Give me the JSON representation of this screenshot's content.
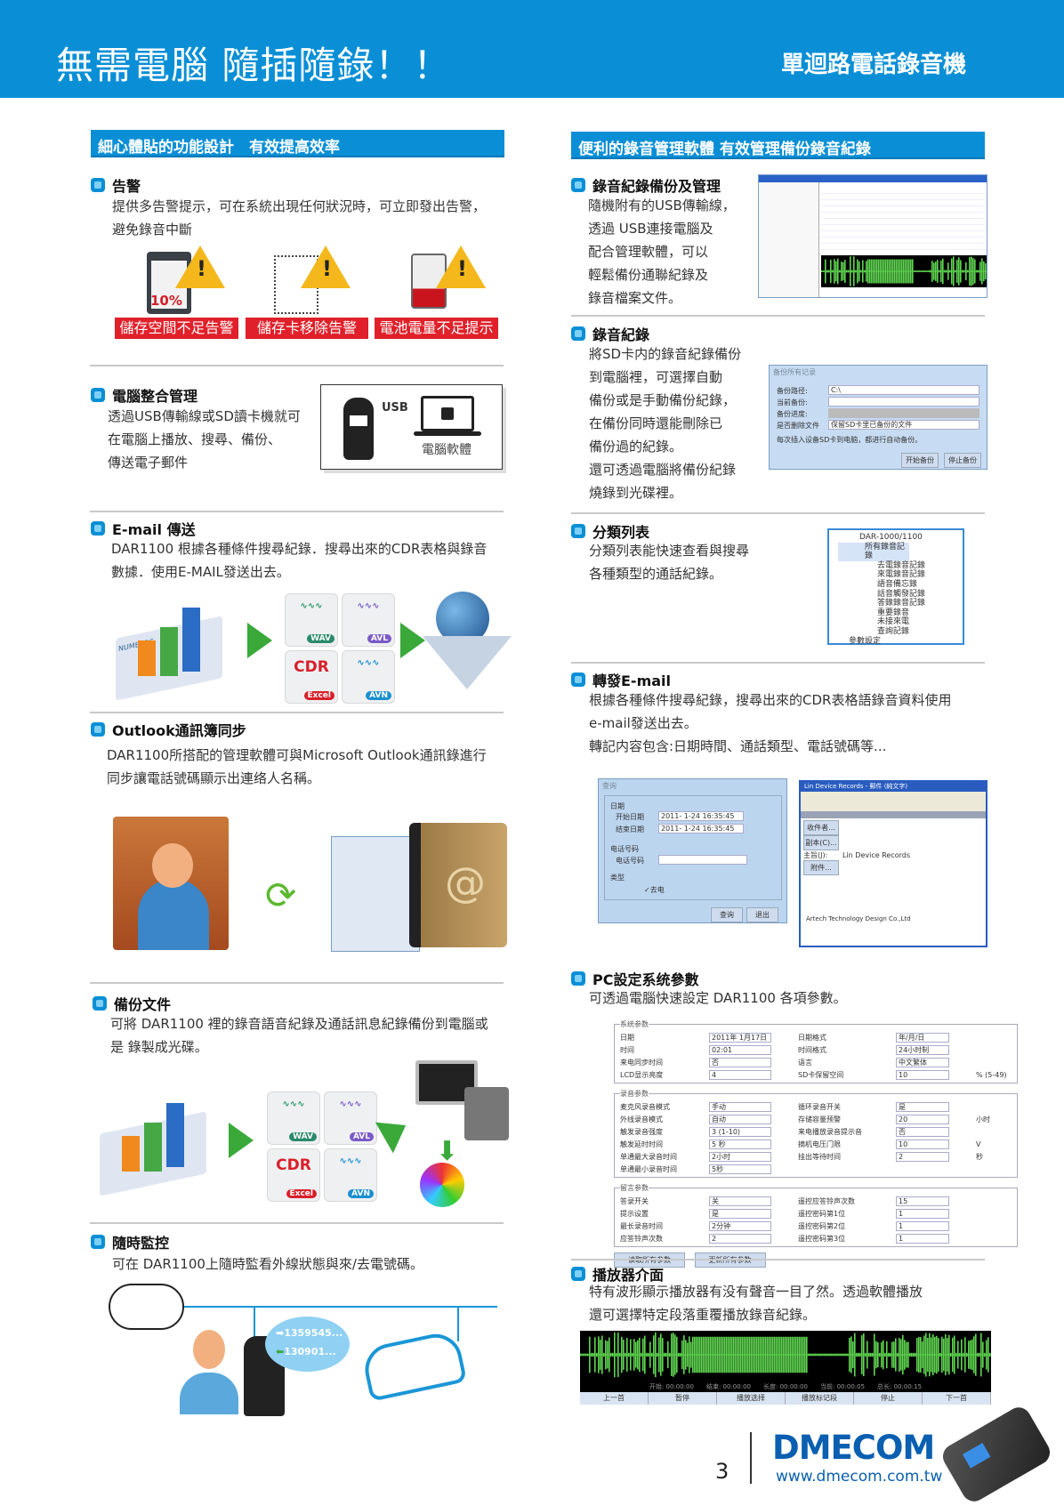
{
  "header": {
    "title": "無需電腦 隨插隨錄！！",
    "subtitle": "單迴路電話錄音機"
  },
  "left": {
    "section_title": "細心體貼的功能設計　有效提高效率",
    "alarm": {
      "heading": "告警",
      "text1": "提供多告警提示，可在系統出現任何狀況時，可立即發出告警，",
      "text2": "避免錄音中斷",
      "sd_percent": "10%",
      "labels": [
        "儲存空間不足告警",
        "儲存卡移除告警",
        "電池電量不足提示"
      ]
    },
    "pc": {
      "heading": "電腦整合管理",
      "lines": [
        "透過USB傳輸線或SD讀卡機就可",
        "在電腦上播放、搜尋、備份、",
        "傳送電子郵件"
      ],
      "usb": "USB",
      "software": "電腦軟體"
    },
    "email": {
      "heading": "E-mail 傳送",
      "lines": [
        "DAR1100 根據各種條件搜尋紀錄．搜尋出來的CDR表格與錄音",
        "數據．使用E-MAIL發送出去。"
      ]
    },
    "formats": {
      "wav": "WAV",
      "avl": "AVL",
      "cdr": "CDR",
      "excel": "Excel",
      "avn": "AVN",
      "numbers": "NUMBERS"
    },
    "outlook": {
      "heading": "Outlook通訊簿同步",
      "lines": [
        "DAR1100所搭配的管理軟體可與Microsoft Outlook通訊錄進行",
        "同步讓電話號碼顯示出連络人名稱。"
      ]
    },
    "backup": {
      "heading": "備份文件",
      "lines": [
        "可將 DAR1100 裡的錄音語音紀錄及通話訊息紀錄備份到電腦或",
        "是 錄製成光碟。"
      ]
    },
    "monitor": {
      "heading": "隨時監控",
      "text": "可在 DAR1100上隨時監看外線狀態與來/去電號碼。",
      "outgoing": "1359545...",
      "incoming": "130901..."
    }
  },
  "right": {
    "section_title": "便利的錄音管理軟體 有效管理備份錄音紀錄",
    "manage": {
      "heading": "錄音紀錄備份及管理",
      "lines": [
        "隨機附有的USB傳輸線，",
        "透過 USB連接電腦及",
        "配合管理軟體，可以",
        "輕鬆備份通聯紀錄及",
        "錄音檔案文件。"
      ]
    },
    "record": {
      "heading": "錄音紀錄",
      "lines": [
        "將SD卡内的錄音紀錄備份",
        "到電腦裡，可選擇自動",
        "備份或是手動備份紀錄，",
        "在備份同時還能刪除已",
        "備份過的紀錄。",
        "還可透過電腦將備份紀錄",
        "燒錄到光碟裡。"
      ],
      "dialog": {
        "title": "备份所有记录",
        "path_label": "备份路径:",
        "path_value": "C:\\",
        "current_label": "当前备份:",
        "progress_label": "备份进度:",
        "delete_label": "是否删除文件",
        "delete_value": "保留SD卡里已备份的文件",
        "auto_label": "每次插入设备SD卡到电脑，都进行自动备份。",
        "start": "开始备份",
        "stop": "停止备份"
      }
    },
    "category": {
      "heading": "分類列表",
      "lines": [
        "分類列表能快速查看與搜尋",
        "各種類型的通話紀錄。"
      ],
      "tree": {
        "root": "DAR-1000/1100",
        "all": "所有錄音記錄",
        "items": [
          "去電錄音記錄",
          "來電錄音記錄",
          "語音備忘錄",
          "話音觸發記錄",
          "答錄錄音記錄",
          "重要錄音",
          "未接來電",
          "查詢記錄"
        ],
        "settings": "參數設定"
      }
    },
    "forward": {
      "heading": "轉發E-mail",
      "lines": [
        "根據各種條件搜尋紀錄，搜尋出來的CDR表格語錄音資料使用",
        "e-mail發送出去。",
        "轉記内容包含:日期時間、通話類型、電話號碼等..."
      ],
      "query": {
        "title": "查询",
        "date": "日期",
        "start_label": "开始日期",
        "start_value": "2011- 1-24 16:35:45",
        "end_label": "结束日期",
        "end_value": "2011- 1-24 16:35:45",
        "phone_group": "电话号码",
        "phone_label": "电话号码",
        "type_group": "类型",
        "type_checked": "去电",
        "search": "查询",
        "exit": "退出"
      },
      "mail": {
        "title": "Lin Device Records - 郵件 (純文字)",
        "to": "收件者...",
        "cc": "副本(C)...",
        "subject_label": "主旨(J):",
        "subject": "Lin Device Records",
        "attach": "附件...",
        "company": "Artech Technology Design Co.,Ltd"
      }
    },
    "pcset": {
      "heading": "PC設定系统參數",
      "text": "可透過電腦快速設定 DAR1100 各項參數。",
      "groups": [
        {
          "name": "系统参数",
          "rows": [
            [
              "日期",
              "2011年 1月17日",
              "日期格式",
              "年/月/日",
              ""
            ],
            [
              "时间",
              "02:01",
              "时间格式",
              "24小时制",
              ""
            ],
            [
              "来电同步时间",
              "否",
              "语言",
              "中文繁体",
              ""
            ],
            [
              "LCD显示亮度",
              "4",
              "SD卡保留空间",
              "10",
              "% (5-49)"
            ]
          ]
        },
        {
          "name": "录音参数",
          "rows": [
            [
              "麦克风录音模式",
              "手动",
              "循环录音开关",
              "是",
              ""
            ],
            [
              "外线录音模式",
              "自动",
              "存储容量预警",
              "20",
              "小时"
            ],
            [
              "触发录音强度",
              "3 (1-10)",
              "来电播放录音提示音",
              "否",
              ""
            ],
            [
              "触发延时时间",
              "5 秒",
              "摘机电压门限",
              "10",
              "V"
            ],
            [
              "单通最大录音时间",
              "2小时",
              "挂出等待时间",
              "2",
              "秒"
            ],
            [
              "单通最小录音时间",
              "5秒",
              "",
              "",
              ""
            ]
          ]
        },
        {
          "name": "留言参数",
          "rows": [
            [
              "答录开关",
              "关",
              "遥控应答铃声次数",
              "15",
              ""
            ],
            [
              "提示设置",
              "是",
              "遥控密码第1位",
              "1",
              ""
            ],
            [
              "最长录音时间",
              "2分钟",
              "遥控密码第2位",
              "1",
              ""
            ],
            [
              "应答铃声次数",
              "2",
              "遥控密码第3位",
              "1",
              ""
            ]
          ]
        }
      ],
      "read_btn": "读取所有参数",
      "update_btn": "更新所有参数"
    },
    "player": {
      "heading": "播放器介面",
      "lines": [
        "特有波形顯示播放器有没有聲音一目了然。透過軟體播放",
        "還可選擇特定段落重覆播放錄音紀錄。"
      ],
      "times": [
        "开始: 00:00:00",
        "结束: 00:00:00",
        "长度: 00:00:00",
        "当前: 00:00:05",
        "总长: 00:00:15"
      ],
      "buttons": [
        "上一首",
        "暂停",
        "播放选择",
        "播放标记段",
        "停止",
        "下一首"
      ]
    }
  },
  "footer": {
    "page": "3",
    "brand": "DMECOM",
    "url": "www.dmecom.com.tw"
  },
  "colors": {
    "brand": "#0a8fd6",
    "alert": "#e0202a",
    "wave": "#5fd650"
  }
}
